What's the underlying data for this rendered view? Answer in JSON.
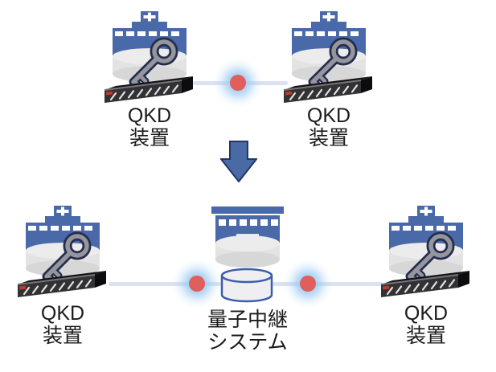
{
  "top_section": {
    "left_device": {
      "label_line1": "QKD",
      "label_line2": "装置"
    },
    "right_device": {
      "label_line1": "QKD",
      "label_line2": "装置"
    }
  },
  "bottom_section": {
    "left_device": {
      "label_line1": "QKD",
      "label_line2": "装置"
    },
    "relay_system": {
      "label_line1": "量子中継",
      "label_line2": "システム"
    },
    "right_device": {
      "label_line1": "QKD",
      "label_line2": "装置"
    }
  },
  "icons": {
    "qkd_site": "hospital building with key on storage cylinder above rack server",
    "relay_site": "flat blue building on storage cylinder",
    "relay_db": "database-cylinder-icon",
    "link_node": "red dot with blue glow on optical link",
    "transition": "down-arrow-icon"
  },
  "colors": {
    "building_blue": "#4a69a8",
    "link_line": "#dce2f1",
    "node_dot": "#e05f5c",
    "node_glow": "#9ccaf2",
    "arrow_fill": "#4a6aa5",
    "arrow_border": "#1f3864",
    "cylinder_light": "#ececec",
    "cylinder_mid": "#e3e3e3",
    "cylinder_dark": "#d7d7d7",
    "key_outline": "#252d4f",
    "key_gray": "#95959d",
    "server_top": "#141416",
    "server_front": "#323234",
    "server_side": "#0c0c0e",
    "server_stripe": "#e2e2e2",
    "server_led": "#c03a2b",
    "db_fill": "#efeff2",
    "db_stroke": "#3d5dab"
  }
}
